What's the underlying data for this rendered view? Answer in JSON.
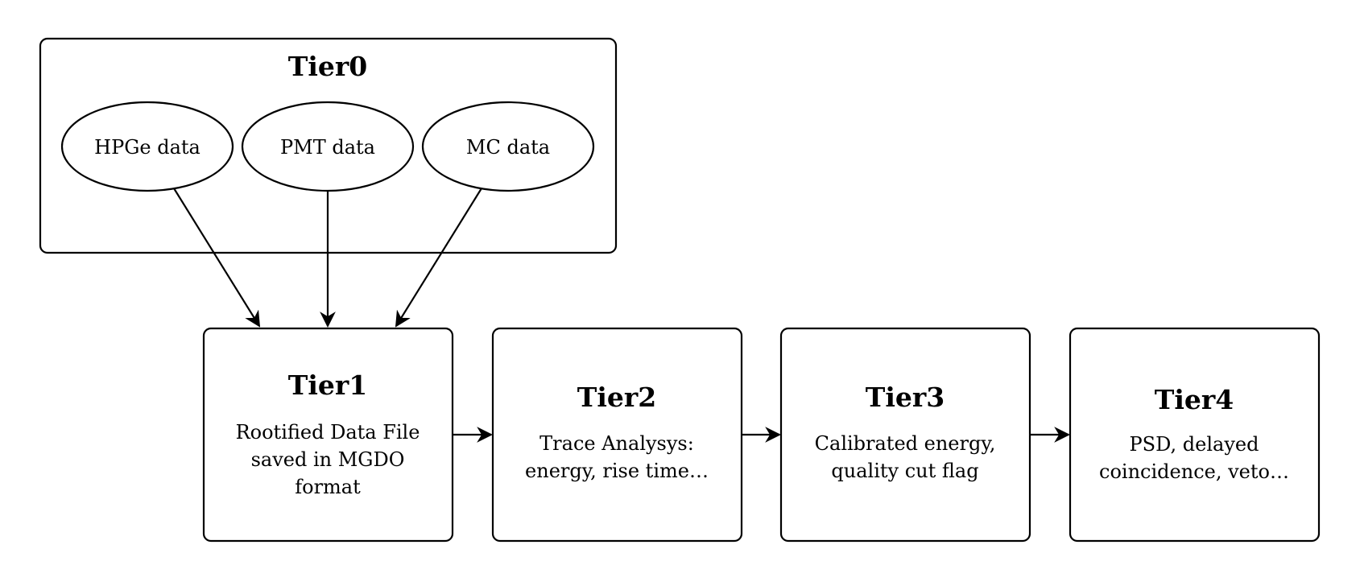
{
  "tier0": {
    "title": "Tier0",
    "sources": [
      {
        "label": "HPGe data"
      },
      {
        "label": "PMT data"
      },
      {
        "label": "MC data"
      }
    ]
  },
  "tiers": [
    {
      "title": "Tier1",
      "lines": [
        "Rootified Data File",
        "saved in MGDO",
        "format"
      ]
    },
    {
      "title": "Tier2",
      "lines": [
        "Trace Analysys:",
        "energy, rise time…"
      ]
    },
    {
      "title": "Tier3",
      "lines": [
        "Calibrated energy,",
        "quality cut flag"
      ]
    },
    {
      "title": "Tier4",
      "lines": [
        "PSD, delayed",
        "coincidence, veto…"
      ]
    }
  ]
}
